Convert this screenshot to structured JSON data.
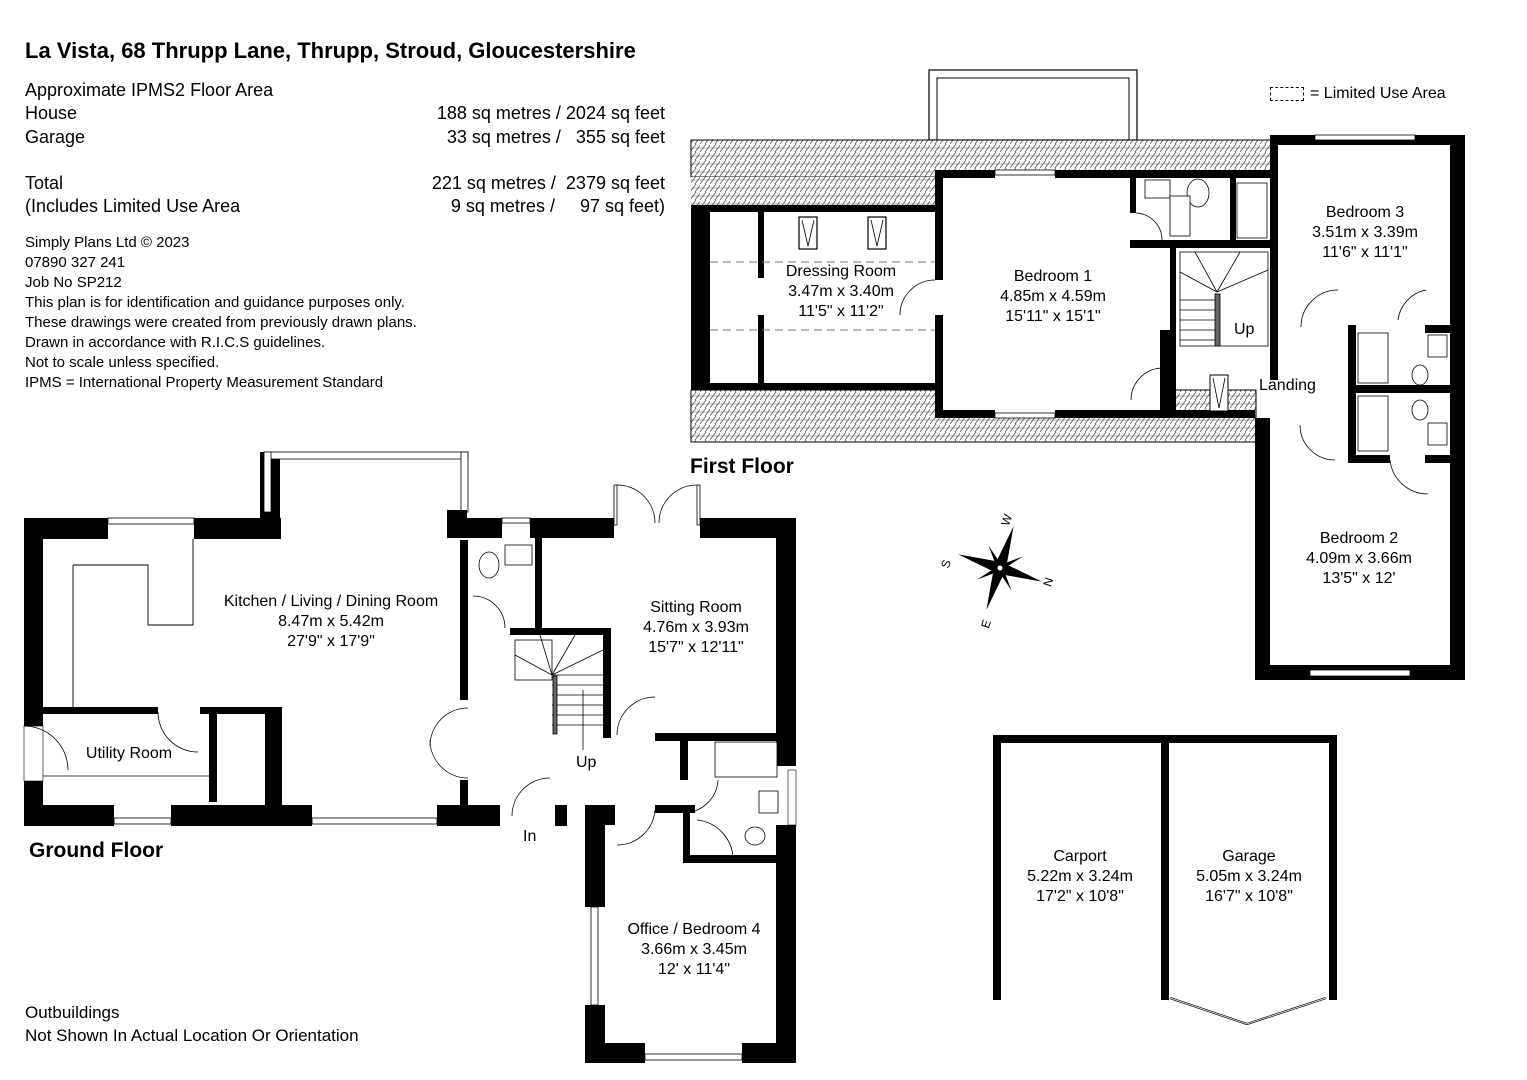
{
  "header": {
    "title": "La Vista, 68 Thrupp Lane, Thrupp, Stroud, Gloucestershire"
  },
  "floor_area": {
    "heading": "Approximate IPMS2 Floor Area",
    "rows": [
      {
        "label": "House",
        "value": "188 sq metres / 2024 sq feet"
      },
      {
        "label": "Garage",
        "value": "33 sq metres /   355 sq feet"
      },
      {
        "label": "",
        "value": ""
      },
      {
        "label": "Total",
        "value": "221 sq metres /  2379 sq feet"
      },
      {
        "label": "(Includes Limited Use Area",
        "value": "9 sq metres /     97 sq feet)"
      }
    ]
  },
  "notes": [
    "Simply Plans Ltd © 2023",
    "07890 327 241",
    "Job No SP212",
    "This plan is for identification and guidance purposes only.",
    "These drawings were created from previously drawn plans.",
    "Drawn in accordance with R.I.C.S guidelines.",
    "Not to scale unless specified.",
    "IPMS = International Property Measurement Standard"
  ],
  "legend": {
    "icon": "dashed-rectangle-icon",
    "label": "= Limited Use Area"
  },
  "floors": {
    "first": {
      "label": "First Floor",
      "rooms": [
        {
          "name": "Dressing Room",
          "metric": "3.47m x 3.40m",
          "imperial": "11'5\" x 11'2\""
        },
        {
          "name": "Bedroom 1",
          "metric": "4.85m x 4.59m",
          "imperial": "15'11\" x 15'1\""
        },
        {
          "name": "Bedroom 3",
          "metric": "3.51m x 3.39m",
          "imperial": "11'6\" x 11'1\""
        },
        {
          "name": "Bedroom 2",
          "metric": "4.09m x 3.66m",
          "imperial": "13'5\" x 12'"
        }
      ],
      "labels": {
        "landing": "Landing",
        "up": "Up"
      }
    },
    "ground": {
      "label": "Ground Floor",
      "rooms": [
        {
          "name": "Kitchen / Living / Dining Room",
          "metric": "8.47m x 5.42m",
          "imperial": "27'9\" x 17'9\""
        },
        {
          "name": "Sitting Room",
          "metric": "4.76m x 3.93m",
          "imperial": "15'7\" x 12'11\""
        },
        {
          "name": "Office / Bedroom 4",
          "metric": "3.66m x 3.45m",
          "imperial": "12' x 11'4\""
        },
        {
          "name": "Utility Room",
          "metric": "",
          "imperial": ""
        }
      ],
      "labels": {
        "up": "Up",
        "in": "In"
      }
    },
    "outbuildings": {
      "rooms": [
        {
          "name": "Carport",
          "metric": "5.22m x 3.24m",
          "imperial": "17'2\" x 10'8\""
        },
        {
          "name": "Garage",
          "metric": "5.05m x 3.24m",
          "imperial": "16'7\" x 10'8\""
        }
      ],
      "note_title": "Outbuildings",
      "note_text": "Not Shown In Actual Location Or Orientation"
    }
  },
  "compass": {
    "icon": "compass-rose-icon",
    "labels": {
      "n": "N",
      "s": "S",
      "e": "E",
      "w": "W"
    }
  }
}
